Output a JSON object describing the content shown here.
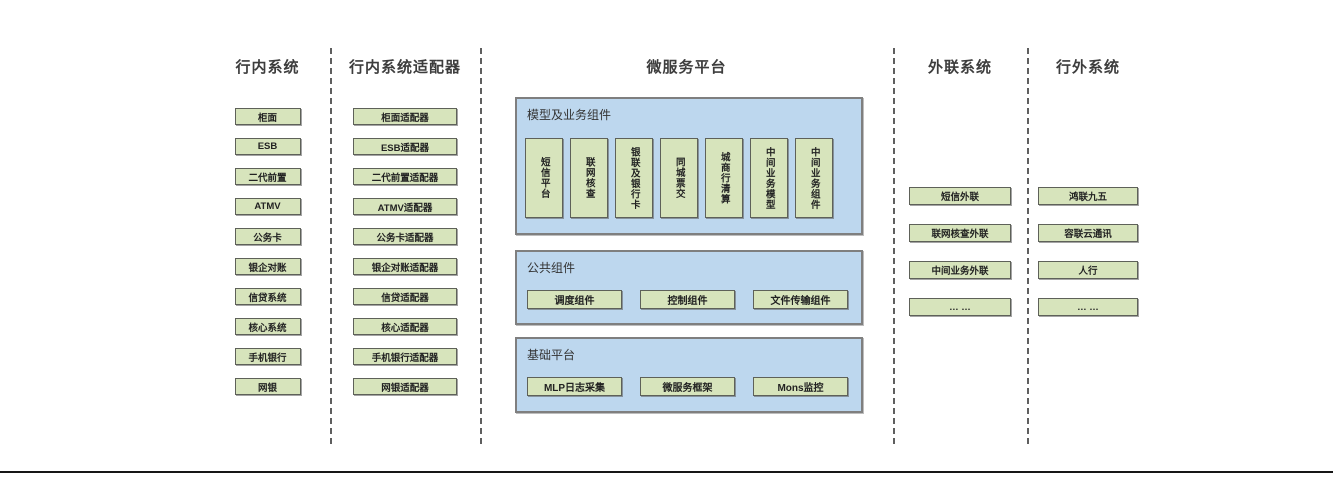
{
  "columns": {
    "internal": {
      "title": "行内系统",
      "items": [
        "柜面",
        "ESB",
        "二代前置",
        "ATMV",
        "公务卡",
        "银企对账",
        "信贷系统",
        "核心系统",
        "手机银行",
        "网银"
      ]
    },
    "adapters": {
      "title": "行内系统适配器",
      "items": [
        "柜面适配器",
        "ESB适配器",
        "二代前置适配器",
        "ATMV适配器",
        "公务卡适配器",
        "银企对账适配器",
        "信贷适配器",
        "核心适配器",
        "手机银行适配器",
        "网银适配器"
      ]
    },
    "platform": {
      "title": "微服务平台",
      "model_group": {
        "title": "模型及业务组件",
        "items": [
          "短信平台",
          "联网核查",
          "银联及银行卡",
          "同城票交",
          "城商行清算",
          "中间业务模型",
          "中间业务组件"
        ]
      },
      "common_group": {
        "title": "公共组件",
        "items": [
          "调度组件",
          "控制组件",
          "文件传输组件"
        ]
      },
      "base_group": {
        "title": "基础平台",
        "items": [
          "MLP日志采集",
          "微服务框架",
          "Mons监控"
        ]
      }
    },
    "outreach": {
      "title": "外联系统",
      "items": [
        "短信外联",
        "联网核查外联",
        "中间业务外联",
        "… …"
      ]
    },
    "external": {
      "title": "行外系统",
      "items": [
        "鸿联九五",
        "容联云通讯",
        "人行",
        "… …"
      ]
    }
  },
  "colors": {
    "box_green": "#d7e4bc",
    "panel_blue": "#bdd7ee",
    "panel_border": "#7f7f7f",
    "divider_gray": "#5f5f5f",
    "title_text": "#3d3d3d"
  }
}
